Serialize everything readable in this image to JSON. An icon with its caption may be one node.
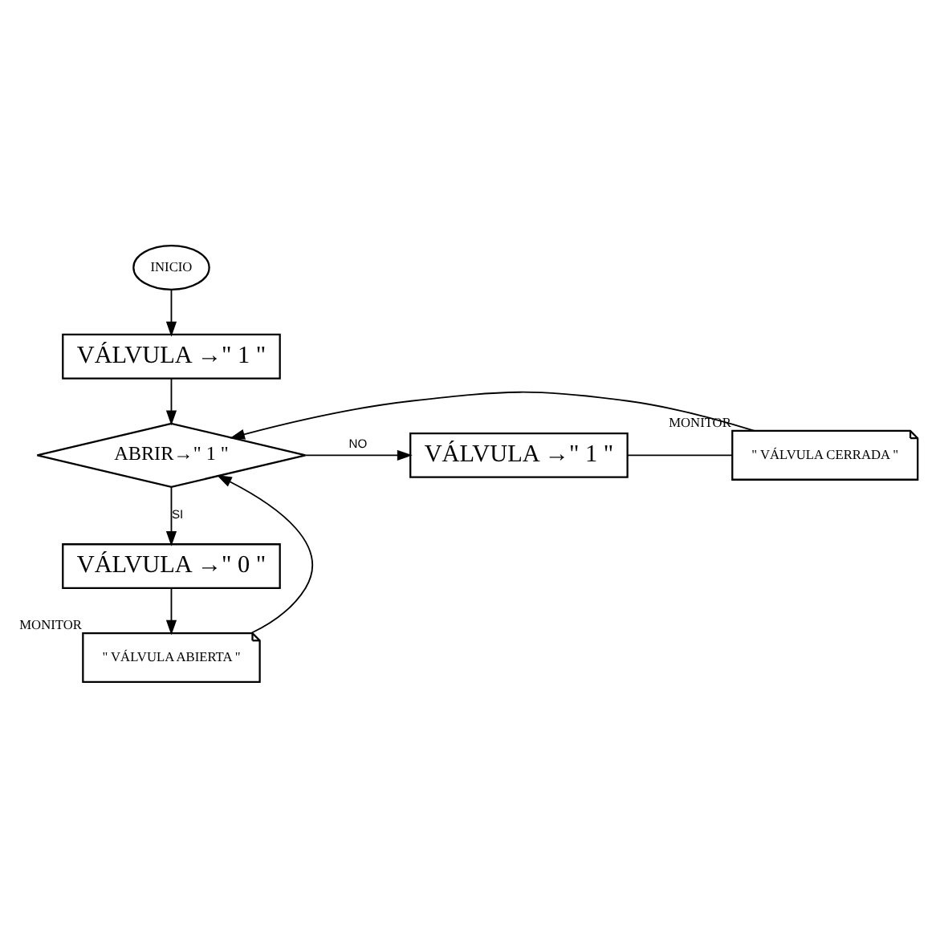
{
  "diagram": {
    "nodes": [
      {
        "text": [
          "INICIO"
        ]
      },
      {
        "text": [
          "VÁLVULA →\" 1 \""
        ]
      },
      {
        "text": [
          "ABRIR→\" 1 \""
        ]
      },
      {
        "text": [
          "VÁLVULA →\" 1 \""
        ]
      },
      {
        "text": [
          "\" VÁLVULA CERRADA \""
        ],
        "beside": [
          "MONITOR"
        ]
      },
      {
        "text": [
          "VÁLVULA →\" 0 \""
        ]
      },
      {
        "text": [
          "\" VÁLVULA ABIERTA \""
        ],
        "beside": [
          "MONITOR"
        ]
      }
    ],
    "edges": [
      {
        "from": 0,
        "to": 1,
        "arrow": "to"
      },
      {
        "from": 1,
        "to": 2,
        "arrow": "to"
      },
      {
        "from": 2,
        "to": 3,
        "arrow": "to",
        "label": "NO"
      },
      {
        "from": 3,
        "to": 4,
        "arrow": "none"
      },
      {
        "from": 4,
        "to": 2,
        "arrow": "to"
      },
      {
        "from": 2,
        "to": 5,
        "arrow": "to",
        "label": "SI"
      },
      {
        "from": 5,
        "to": 6,
        "arrow": "to"
      },
      {
        "from": 6,
        "to": 2,
        "arrow": "to"
      }
    ]
  }
}
